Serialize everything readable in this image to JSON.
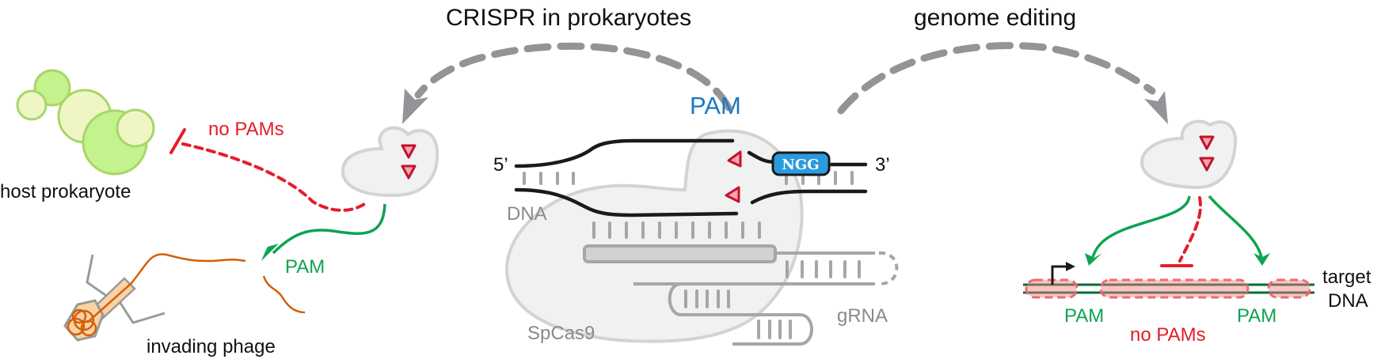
{
  "titles": {
    "left": "CRISPR in prokaryotes",
    "right": "genome editing"
  },
  "left_panel": {
    "host_label": "host prokaryote",
    "no_pams_label": "no PAMs",
    "pam_label": "PAM",
    "phage_label": "invading phage"
  },
  "center_panel": {
    "pam_title": "PAM",
    "pam_sequence": "NGG",
    "five_prime": "5’",
    "three_prime": "3’",
    "dna_label": "DNA",
    "protein_label": "SpCas9",
    "grna_label": "gRNA"
  },
  "right_panel": {
    "pam_left_label": "PAM",
    "pam_right_label": "PAM",
    "no_pams_label": "no PAMs",
    "target_label_line1": "target",
    "target_label_line2": "DNA"
  },
  "colors": {
    "red": "#e41d2b",
    "green": "#0ea350",
    "blue": "#1b78c2",
    "gray_arrow": "#939497",
    "cas9_fill": "#f0f1f1",
    "cas9_stroke": "#d3d3d4",
    "cell_green": "#c4f38e",
    "cell_pale": "#eff6c4",
    "phage_orange": "#d45f0a",
    "phage_fill": "#f9d3a6",
    "pam_box": "#2b9be0"
  }
}
